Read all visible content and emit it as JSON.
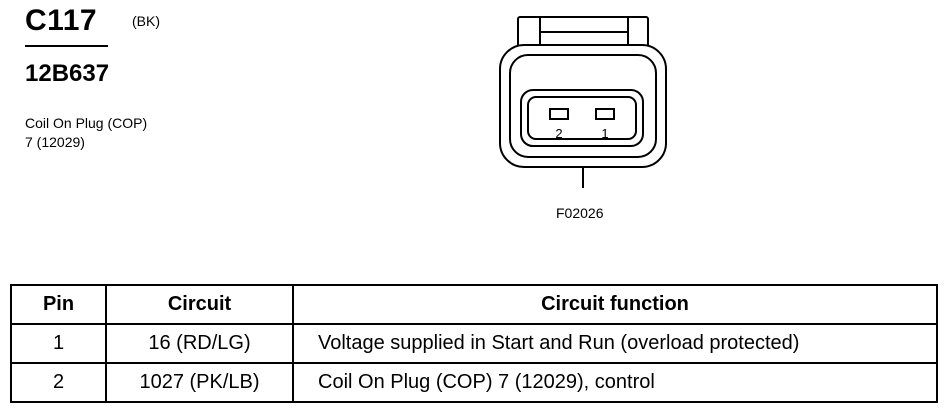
{
  "connector": {
    "id": "C117",
    "color_code": "(BK)",
    "part_number": "12B637",
    "description_line1": "Coil On Plug (COP)",
    "description_line2": "7 (12029)"
  },
  "diagram": {
    "pin_labels": [
      "2",
      "1"
    ],
    "figure_number": "F02026"
  },
  "table": {
    "headers": {
      "pin": "Pin",
      "circuit": "Circuit",
      "function": "Circuit function"
    },
    "rows": [
      {
        "pin": "1",
        "circuit": "16 (RD/LG)",
        "function": "Voltage supplied in Start and Run (overload protected)"
      },
      {
        "pin": "2",
        "circuit": "1027 (PK/LB)",
        "function": "Coil On Plug (COP) 7 (12029), control"
      }
    ]
  }
}
